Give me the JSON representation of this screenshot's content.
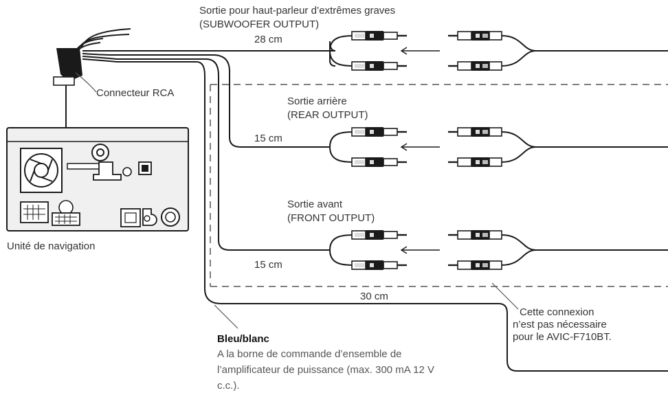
{
  "labels": {
    "subwoofer_fr": "Sortie pour haut-parleur d’extrêmes graves",
    "subwoofer_en": "(SUBWOOFER OUTPUT)",
    "len_sub": "28 cm",
    "rca_connector": "Connecteur RCA",
    "rear_fr": "Sortie arrière",
    "rear_en": "(REAR OUTPUT)",
    "len_rear": "15 cm",
    "front_fr": "Sortie avant",
    "front_en": "(FRONT OUTPUT)",
    "len_front": "15 cm",
    "nav_unit": "Unité de navigation",
    "len_blue": "30 cm",
    "note_line1": "Cette connexion",
    "note_line2": "n’est pas nécessaire",
    "note_line3": "pour le AVIC-F710BT.",
    "wire_title": "Bleu/blanc",
    "wire_desc1": "A la borne de commande d’ensemble de",
    "wire_desc2": "l’amplificateur de puissance (max. 300 mA 12 V",
    "wire_desc3": "c.c.)."
  },
  "colors": {
    "line": "#1a1a1a",
    "dashed": "#555555",
    "unit_fill": "#f0f0f0"
  }
}
